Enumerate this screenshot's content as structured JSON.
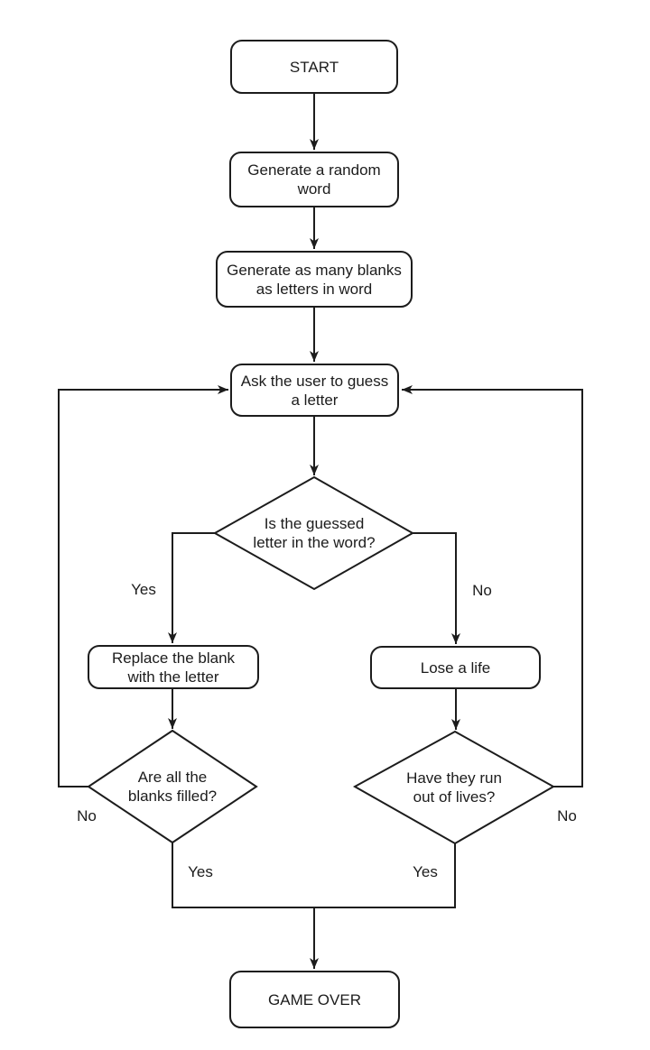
{
  "colors": {
    "stroke": "#1c1c1c",
    "text": "#1c1c1c",
    "node_fill": "#ffffff",
    "background": "#ffffff"
  },
  "nodes": {
    "start": {
      "label": "START",
      "shape": "rounded-rect"
    },
    "generate_word": {
      "label": "Generate a random\nword",
      "shape": "rounded-rect"
    },
    "generate_blanks": {
      "label": "Generate as many blanks\nas letters in word",
      "shape": "rounded-rect"
    },
    "ask_letter": {
      "label": "Ask the user to guess\na letter",
      "shape": "rounded-rect"
    },
    "letter_in_word": {
      "label": "Is the guessed\nletter in the word?",
      "shape": "diamond"
    },
    "replace_blank": {
      "label": "Replace the blank\nwith the letter",
      "shape": "rounded-rect"
    },
    "lose_life": {
      "label": "Lose a life",
      "shape": "rounded-rect"
    },
    "blanks_filled": {
      "label": "Are all the\nblanks filled?",
      "shape": "diamond"
    },
    "out_of_lives": {
      "label": "Have they run\nout of lives?",
      "shape": "diamond"
    },
    "game_over": {
      "label": "GAME OVER",
      "shape": "rounded-rect"
    }
  },
  "edges": [
    {
      "from": "start",
      "to": "generate_word",
      "label": ""
    },
    {
      "from": "generate_word",
      "to": "generate_blanks",
      "label": ""
    },
    {
      "from": "generate_blanks",
      "to": "ask_letter",
      "label": ""
    },
    {
      "from": "ask_letter",
      "to": "letter_in_word",
      "label": ""
    },
    {
      "from": "letter_in_word",
      "to": "replace_blank",
      "label": "Yes"
    },
    {
      "from": "letter_in_word",
      "to": "lose_life",
      "label": "No"
    },
    {
      "from": "replace_blank",
      "to": "blanks_filled",
      "label": ""
    },
    {
      "from": "lose_life",
      "to": "out_of_lives",
      "label": ""
    },
    {
      "from": "blanks_filled",
      "to": "ask_letter",
      "label": "No"
    },
    {
      "from": "out_of_lives",
      "to": "ask_letter",
      "label": "No"
    },
    {
      "from": "blanks_filled",
      "to": "game_over",
      "label": "Yes"
    },
    {
      "from": "out_of_lives",
      "to": "game_over",
      "label": "Yes"
    }
  ]
}
